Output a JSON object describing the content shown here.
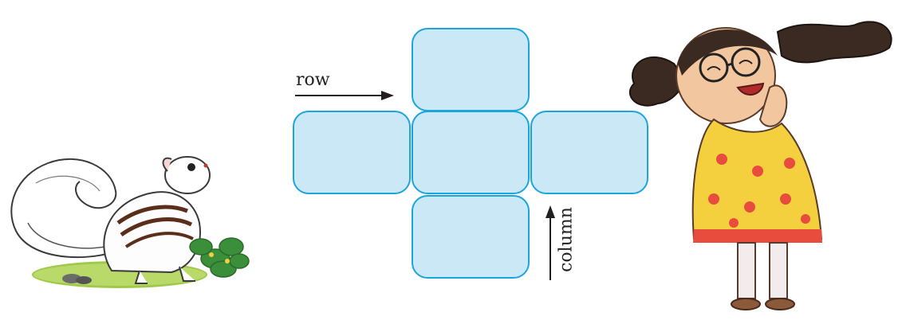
{
  "labels": {
    "row": "row",
    "column": "column"
  },
  "grid": {
    "cells": [
      "top",
      "left",
      "center",
      "right",
      "bottom"
    ],
    "fill": "#cbe8f7",
    "stroke": "#1aa6dc"
  },
  "illustrations": {
    "left": "squirrel",
    "right": "waving-girl"
  }
}
